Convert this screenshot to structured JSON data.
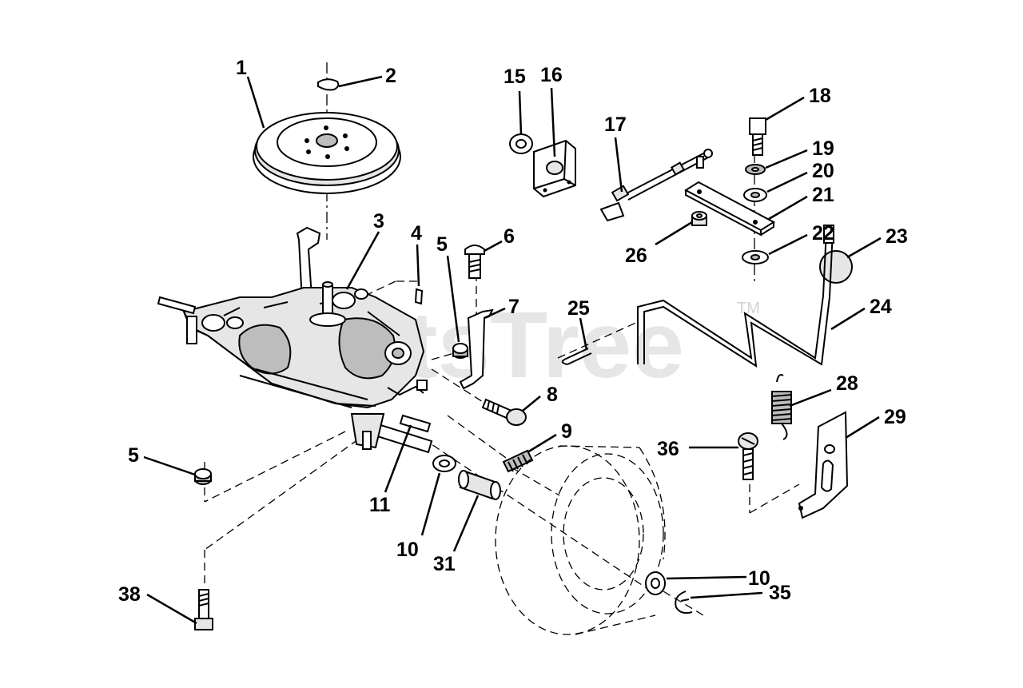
{
  "watermark": {
    "text": "PartsTree",
    "trademark": "TM"
  },
  "callouts": [
    {
      "id": "c1",
      "text": "1"
    },
    {
      "id": "c2",
      "text": "2"
    },
    {
      "id": "c3",
      "text": "3"
    },
    {
      "id": "c4",
      "text": "4"
    },
    {
      "id": "c5a",
      "text": "5"
    },
    {
      "id": "c6",
      "text": "6"
    },
    {
      "id": "c7",
      "text": "7"
    },
    {
      "id": "c8",
      "text": "8"
    },
    {
      "id": "c9",
      "text": "9"
    },
    {
      "id": "c5b",
      "text": "5"
    },
    {
      "id": "c11",
      "text": "11"
    },
    {
      "id": "c10a",
      "text": "10"
    },
    {
      "id": "c31",
      "text": "31"
    },
    {
      "id": "c38",
      "text": "38"
    },
    {
      "id": "c15",
      "text": "15"
    },
    {
      "id": "c16",
      "text": "16"
    },
    {
      "id": "c17",
      "text": "17"
    },
    {
      "id": "c18",
      "text": "18"
    },
    {
      "id": "c19",
      "text": "19"
    },
    {
      "id": "c20",
      "text": "20"
    },
    {
      "id": "c21",
      "text": "21"
    },
    {
      "id": "c22",
      "text": "22"
    },
    {
      "id": "c23",
      "text": "23"
    },
    {
      "id": "c26",
      "text": "26"
    },
    {
      "id": "c25",
      "text": "25"
    },
    {
      "id": "c24",
      "text": "24"
    },
    {
      "id": "c28",
      "text": "28"
    },
    {
      "id": "c29",
      "text": "29"
    },
    {
      "id": "c36",
      "text": "36"
    },
    {
      "id": "c10b",
      "text": "10"
    },
    {
      "id": "c35",
      "text": "35"
    }
  ]
}
